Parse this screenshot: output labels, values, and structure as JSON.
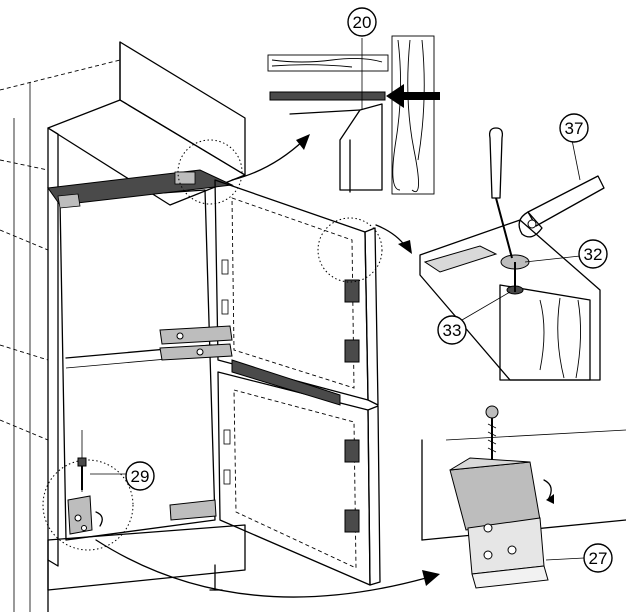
{
  "callouts": {
    "c20": "20",
    "c37": "37",
    "c32": "32",
    "c33": "33",
    "c29": "29",
    "c27": "27"
  },
  "colors": {
    "line": "#000000",
    "fill_light": "#f2f2f2",
    "fill_mid": "#bdbdbd",
    "fill_dark": "#4a4a4a",
    "background": "#ffffff"
  },
  "icons": {
    "screwdriver": "screwdriver-icon",
    "wrench": "wrench-icon",
    "screw": "screw-icon",
    "arrow": "arrow-icon"
  }
}
